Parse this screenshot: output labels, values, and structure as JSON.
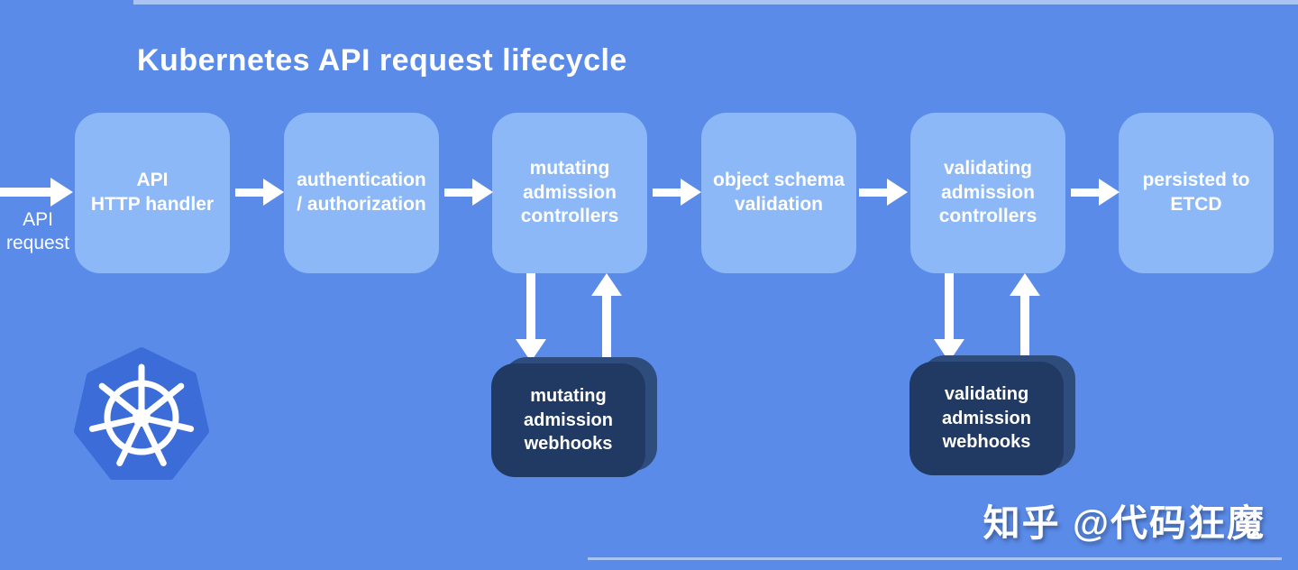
{
  "title": "Kubernetes API request lifecycle",
  "entry": {
    "label": "API\nrequest"
  },
  "flow": {
    "nodes": [
      {
        "id": "api-http-handler",
        "label": "API\nHTTP handler"
      },
      {
        "id": "authn-authz",
        "label": "authentication\n/ authorization"
      },
      {
        "id": "mutating-admission",
        "label": "mutating\nadmission\ncontrollers"
      },
      {
        "id": "object-schema-validation",
        "label": "object schema\nvalidation"
      },
      {
        "id": "validating-admission",
        "label": "validating\nadmission\ncontrollers"
      },
      {
        "id": "persisted-to-etcd",
        "label": "persisted to\nETCD"
      }
    ]
  },
  "webhooks": [
    {
      "id": "mutating-webhooks",
      "label": "mutating\nadmission\nwebhooks"
    },
    {
      "id": "validating-webhooks",
      "label": "validating\nadmission\nwebhooks"
    }
  ],
  "logo": {
    "name": "kubernetes-helm-wheel"
  },
  "watermark": "知乎 @代码狂魔",
  "colors": {
    "background": "#5a8be8",
    "node_light": "#8cb8f8",
    "webhook_front": "#203a64",
    "webhook_back": "#2e4d7d",
    "arrow": "#ffffff",
    "text": "#ffffff",
    "k8s_blue": "#3b6cd8"
  }
}
